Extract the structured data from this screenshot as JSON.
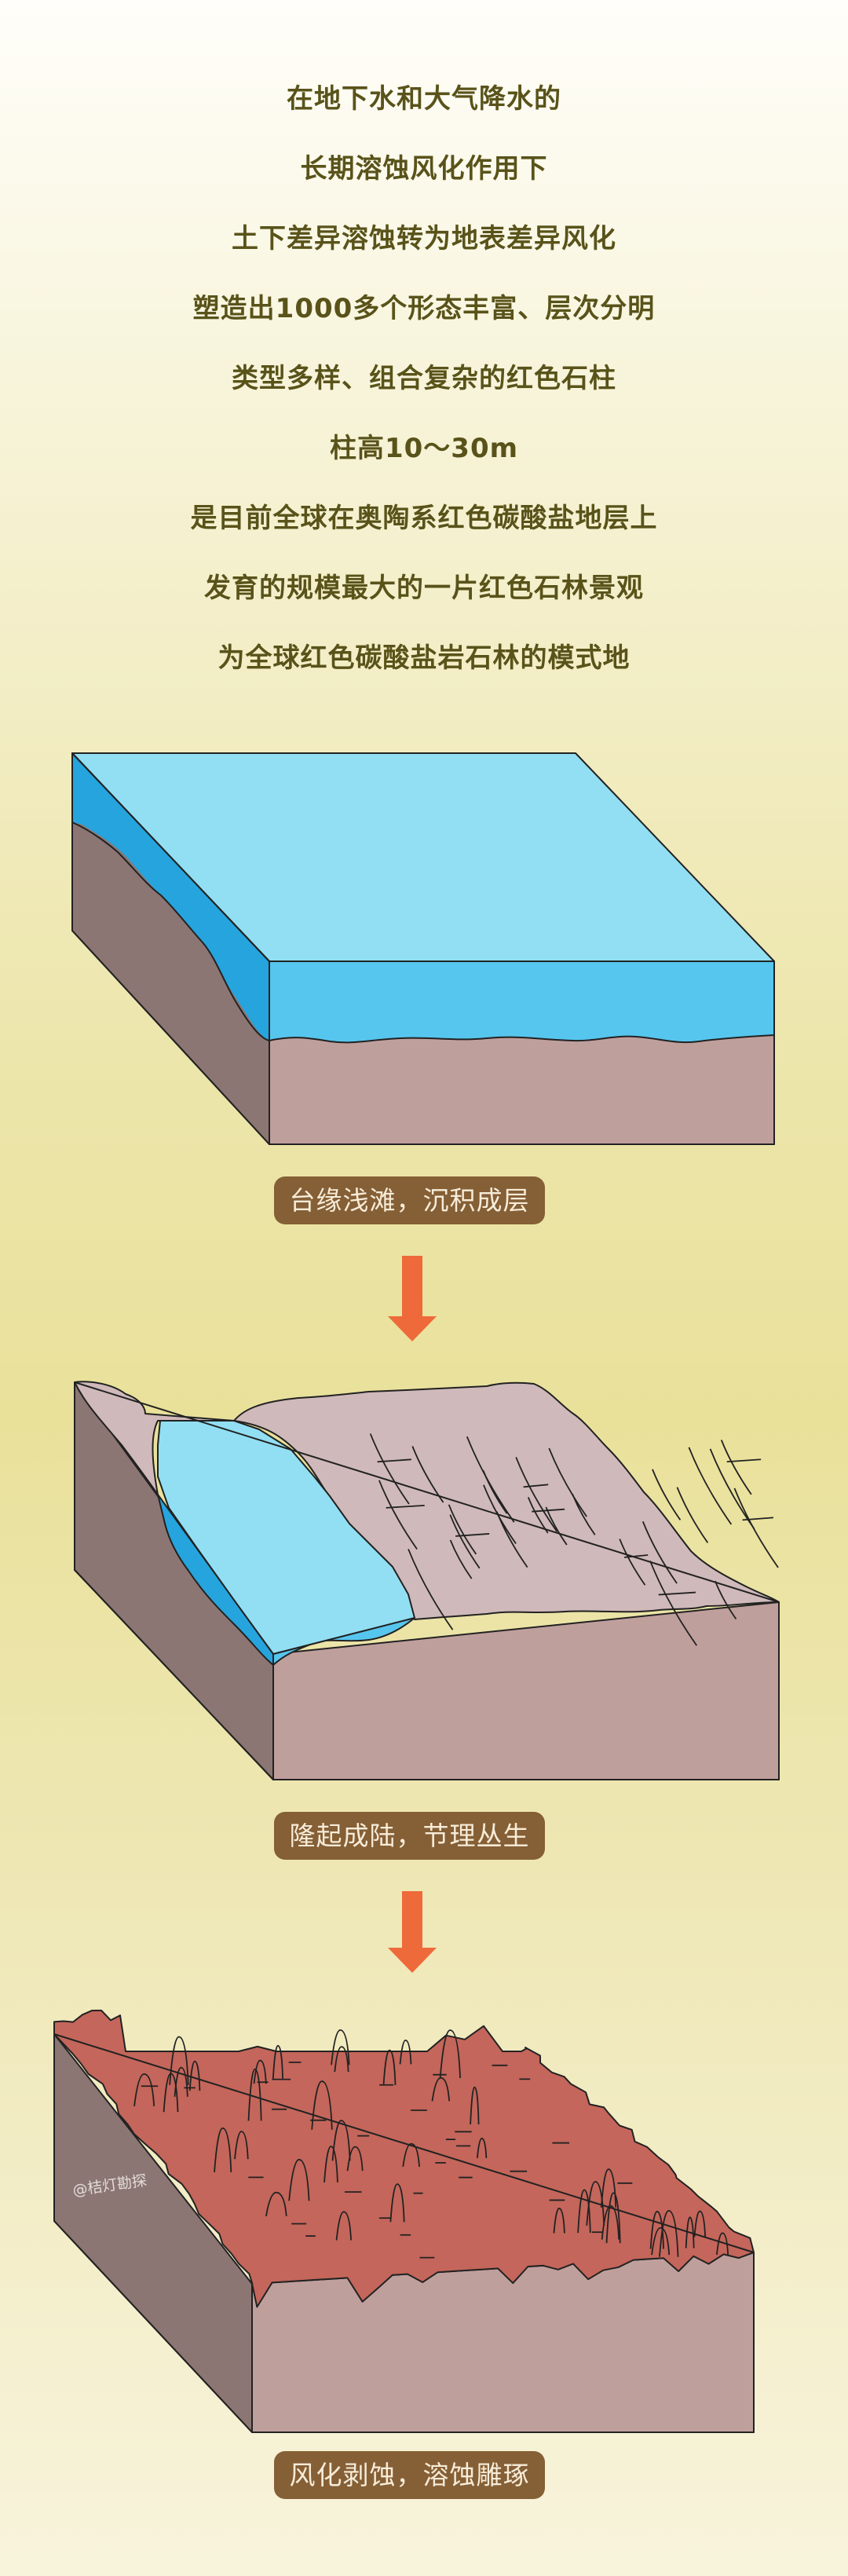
{
  "intro": {
    "lines": [
      "在地下水和大气降水的",
      "长期溶蚀风化作用下",
      "土下差异溶蚀转为地表差异风化",
      "塑造出1000多个形态丰富、层次分明",
      "类型多样、组合复杂的红色石柱",
      "柱高10～30m",
      "是目前全球在奥陶系红色碳酸盐地层上",
      "发育的规模最大的一片红色石林景观",
      "为全球红色碳酸盐岩石林的模式地"
    ]
  },
  "stages": [
    {
      "label": "台缘浅滩，沉积成层"
    },
    {
      "label": "隆起成陆，节理丛生"
    },
    {
      "label": "风化剥蚀，溶蚀雕琢"
    }
  ],
  "watermark": "@桔灯勘探",
  "colors": {
    "text": "#59531a",
    "label_bg": "#855f36",
    "arrow": "#ee6a3a",
    "water_top": "#92dff3",
    "water_front": "#56c6ee",
    "water_side": "#26a4dd",
    "rock_front": "#bf9f9c",
    "rock_side": "#8c7673",
    "rock_top": "#d0b9ba",
    "red_top": "#c4665b"
  }
}
